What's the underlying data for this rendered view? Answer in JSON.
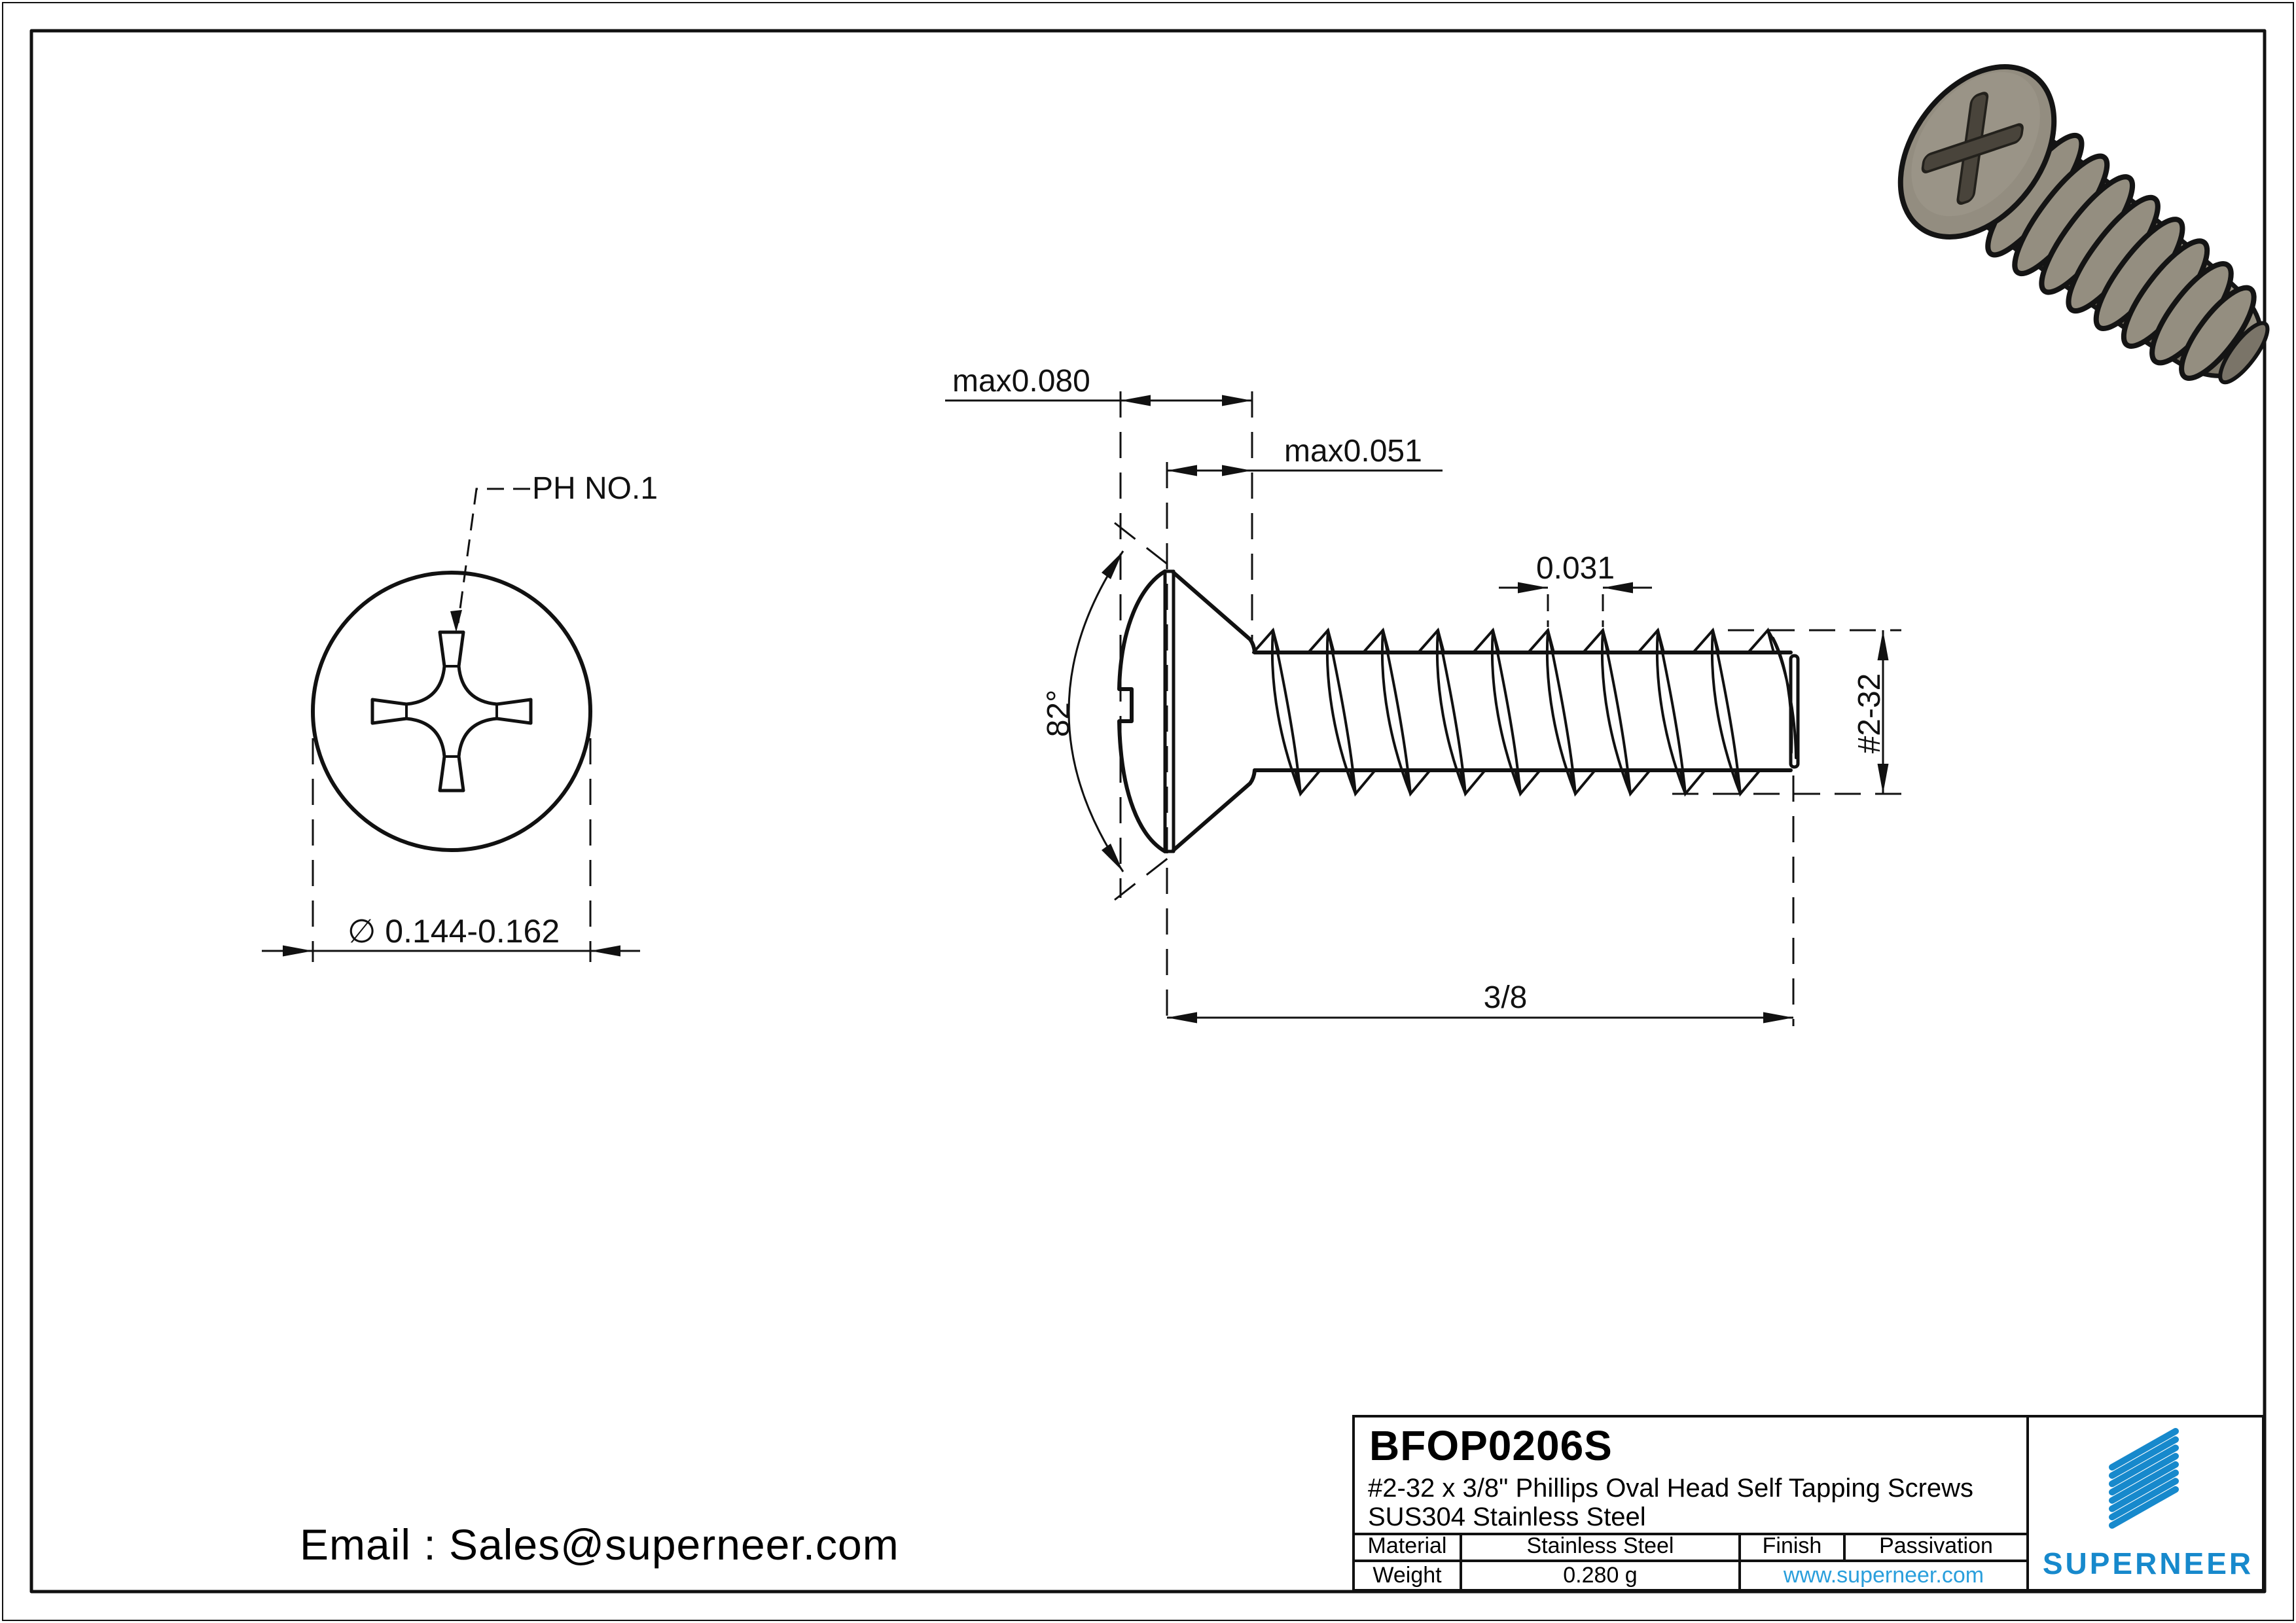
{
  "front_view": {
    "ph_label": "PH NO.1",
    "diameter": "∅ 0.144-0.162"
  },
  "side_view": {
    "head_len": "max0.080",
    "head_height": "max0.051",
    "pitch": "0.031",
    "angle": "82°",
    "thread": "#2-32",
    "length": "3/8"
  },
  "email": {
    "text": "Email : Sales@superneer.com"
  },
  "title_block": {
    "part_number": "BFOP0206S",
    "description1": "#2-32 x 3/8\" Phillips Oval Head Self Tapping Screws",
    "description2": "SUS304 Stainless Steel",
    "material_label": "Material",
    "material_value": "Stainless Steel",
    "finish_label": "Finish",
    "finish_value": "Passivation",
    "weight_label": "Weight",
    "weight_value": "0.280 g",
    "website": "www.superneer.com",
    "brand": "SUPERNEER"
  },
  "colors": {
    "line": "#111111",
    "accent": "#1789cc",
    "link": "#2a9fdc",
    "screw-body": "#8e8879",
    "screw-dark": "#6c675c",
    "screw-light": "#a59f91"
  }
}
